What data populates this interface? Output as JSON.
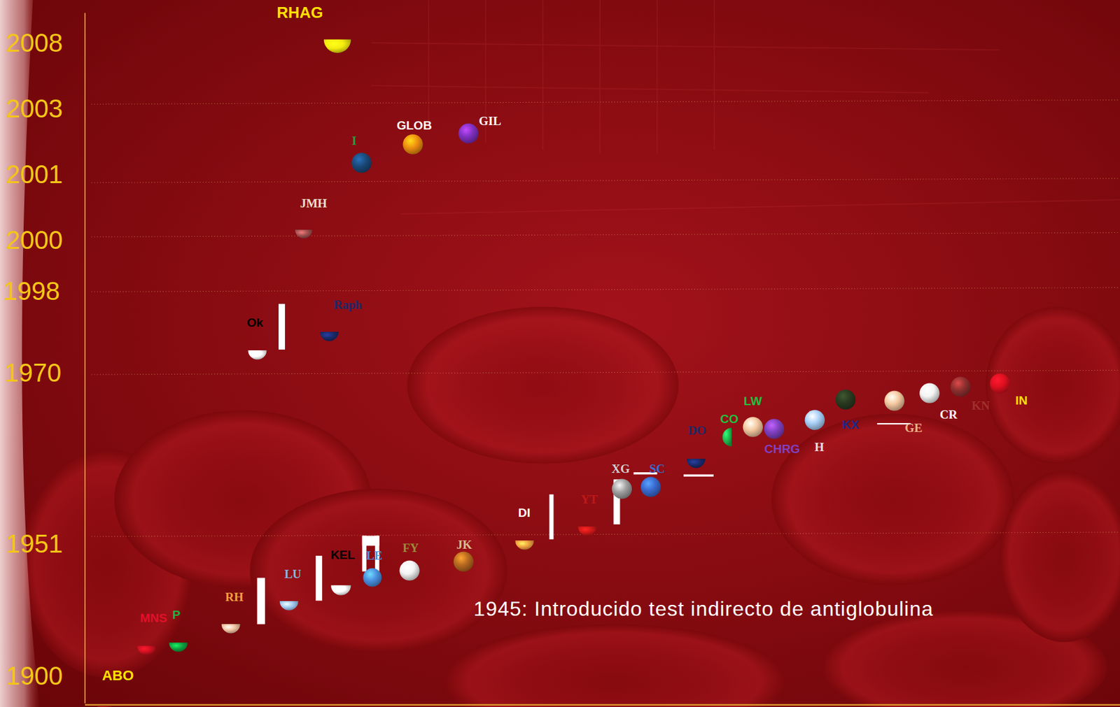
{
  "diagram": {
    "caption": "1945: Introducido  test  indirecto de antiglobulina",
    "nodes": [
      {
        "text": [
          "ABO"
        ]
      },
      {
        "text": [
          "MNS"
        ]
      },
      {
        "text": [
          "P"
        ]
      },
      {
        "text": [
          "RH"
        ]
      },
      {
        "text": [
          "LU"
        ]
      },
      {
        "text": [
          "KEL"
        ]
      },
      {
        "text": [
          "LE"
        ]
      },
      {
        "text": [
          "FY"
        ]
      },
      {
        "text": [
          "JK"
        ]
      },
      {
        "text": [
          "DI"
        ]
      },
      {
        "text": [
          "YT"
        ]
      },
      {
        "text": [
          "XG"
        ]
      },
      {
        "text": [
          "SC"
        ]
      },
      {
        "text": [
          "DO"
        ]
      },
      {
        "text": [
          "CO"
        ]
      },
      {
        "text": [
          "LW"
        ]
      },
      {
        "text": [
          "CHRG"
        ]
      },
      {
        "text": [
          "H"
        ]
      },
      {
        "text": [
          "KX"
        ]
      },
      {
        "text": [
          "GE"
        ]
      },
      {
        "text": [
          "CR"
        ]
      },
      {
        "text": [
          "KN"
        ]
      },
      {
        "text": [
          "IN"
        ]
      },
      {
        "text": [
          "Ok"
        ]
      },
      {
        "text": [
          "Raph"
        ]
      },
      {
        "text": [
          "JMH"
        ]
      },
      {
        "text": [
          "I"
        ]
      },
      {
        "text": [
          "GLOB"
        ]
      },
      {
        "text": [
          "GIL"
        ]
      },
      {
        "text": [
          "RHAG"
        ]
      }
    ],
    "labels": [
      "2008",
      "2003",
      "2001",
      "2000",
      "1998",
      "1970",
      "1951",
      "1900"
    ]
  }
}
